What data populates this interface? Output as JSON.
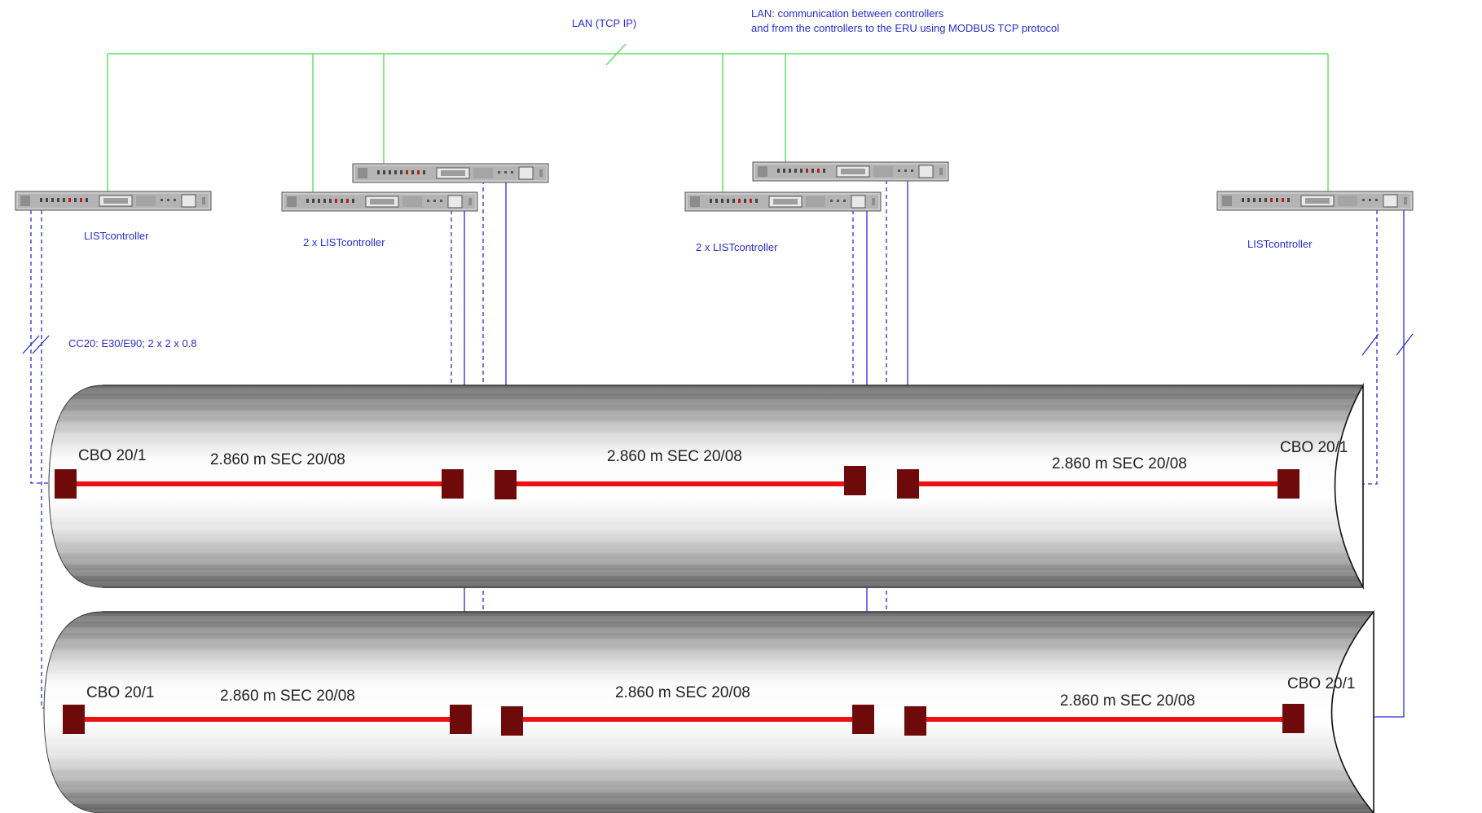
{
  "lan": {
    "label": "LAN (TCP IP)",
    "note_line1": "LAN: communication between controllers",
    "note_line2": "and from the controllers to the ERU using MODBUS TCP protocol"
  },
  "controllers": {
    "single_label": "LISTcontroller",
    "double_label": "2 x LISTcontroller"
  },
  "cable_label": "CC20: E30/E90; 2 x 2 x 0.8",
  "tube_top": {
    "cbo_left": "CBO 20/1",
    "cbo_right": "CBO 20/1",
    "sections": [
      "2.860 m  SEC 20/08",
      "2.860 m  SEC 20/08",
      "2.860 m  SEC 20/08"
    ]
  },
  "tube_bottom": {
    "cbo_left": "CBO 20/1",
    "cbo_right": "CBO 20/1",
    "sections": [
      "2.860 m  SEC 20/08",
      "2.860 m  SEC 20/08",
      "2.860 m  SEC 20/08"
    ]
  },
  "colors": {
    "lan_line": "#66e066",
    "signal_line": "#2b2bd6",
    "cable_red": "#ee1111",
    "node": "#6e0a0a",
    "tube_light": "#ffffff",
    "tube_dark": "#555555"
  }
}
